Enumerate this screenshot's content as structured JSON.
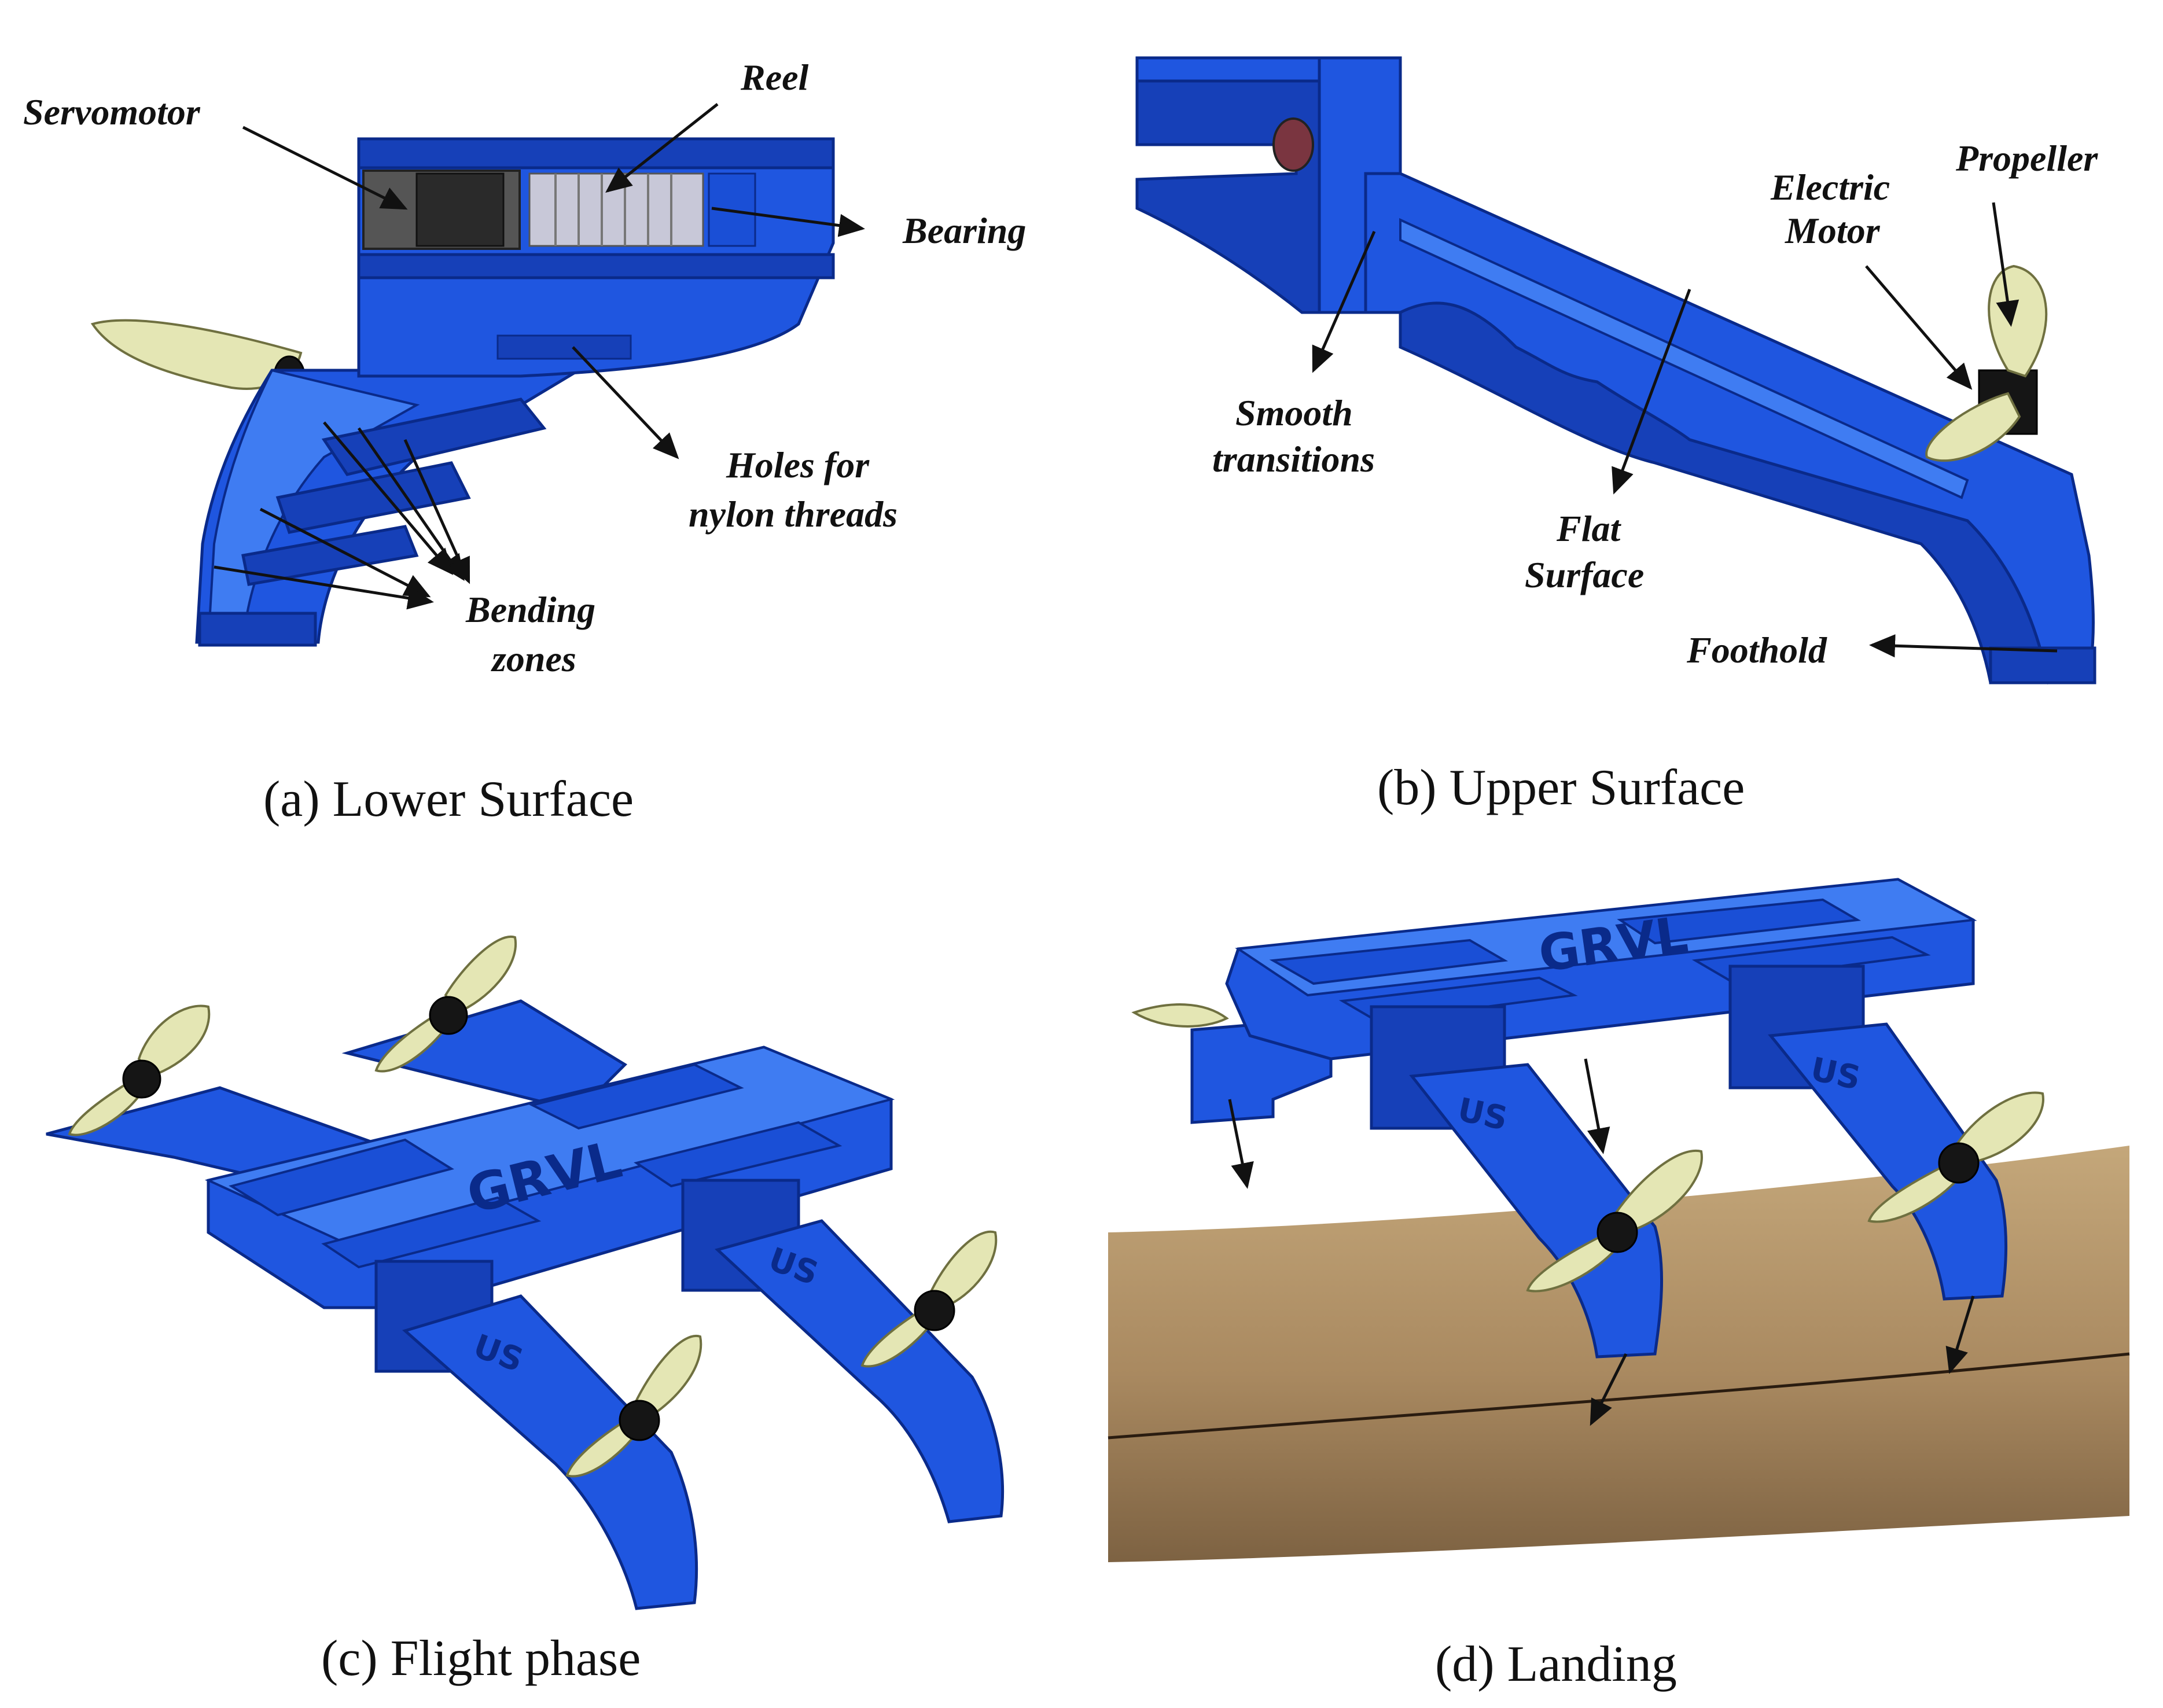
{
  "panels": {
    "a": {
      "caption": "(a) Lower Surface",
      "labels": {
        "servomotor": "Servomotor",
        "reel": "Reel",
        "bearing": "Bearing",
        "holes_line1": "Holes for",
        "holes_line2": "nylon threads",
        "bending_line1": "Bending",
        "bending_line2": "zones"
      }
    },
    "b": {
      "caption": "(b) Upper Surface",
      "labels": {
        "propeller": "Propeller",
        "electric_line1": "Electric",
        "electric_line2": "Motor",
        "smooth_line1": "Smooth",
        "smooth_line2": "transitions",
        "flat_line1": "Flat",
        "flat_line2": "Surface",
        "foothold": "Foothold"
      }
    },
    "c": {
      "caption": "(c) Flight phase",
      "stamp": "GRVL",
      "arm_mark": "US"
    },
    "d": {
      "caption": "(d) Landing",
      "stamp": "GRVL",
      "arm_mark": "US"
    }
  },
  "colors": {
    "body_blue": "#1f56e0",
    "propeller": "#e4e6b4",
    "branch": "#b8976c"
  }
}
